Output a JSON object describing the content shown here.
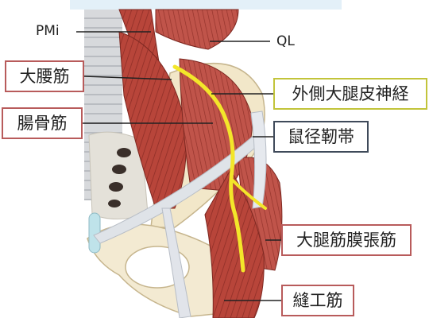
{
  "colors": {
    "muscle_label_border": "#b85b5b",
    "nerve_label_border": "#c2c43a",
    "ligament_label_border": "#3f4a5a",
    "nerve": "#f3e62a",
    "muscle": "#b8453a",
    "bone": "#f3ead2",
    "tendon": "#d9dde3"
  },
  "labels": {
    "pmi": "PMi",
    "ql": "QL",
    "psoas_major": "大腰筋",
    "lateral_femoral_cutaneous_nerve": "外側大腿皮神経",
    "iliacus": "腸骨筋",
    "inguinal_ligament": "鼠径靭帯",
    "tensor_fasciae_latae": "大腿筋膜張筋",
    "sartorius": "縫工筋"
  }
}
